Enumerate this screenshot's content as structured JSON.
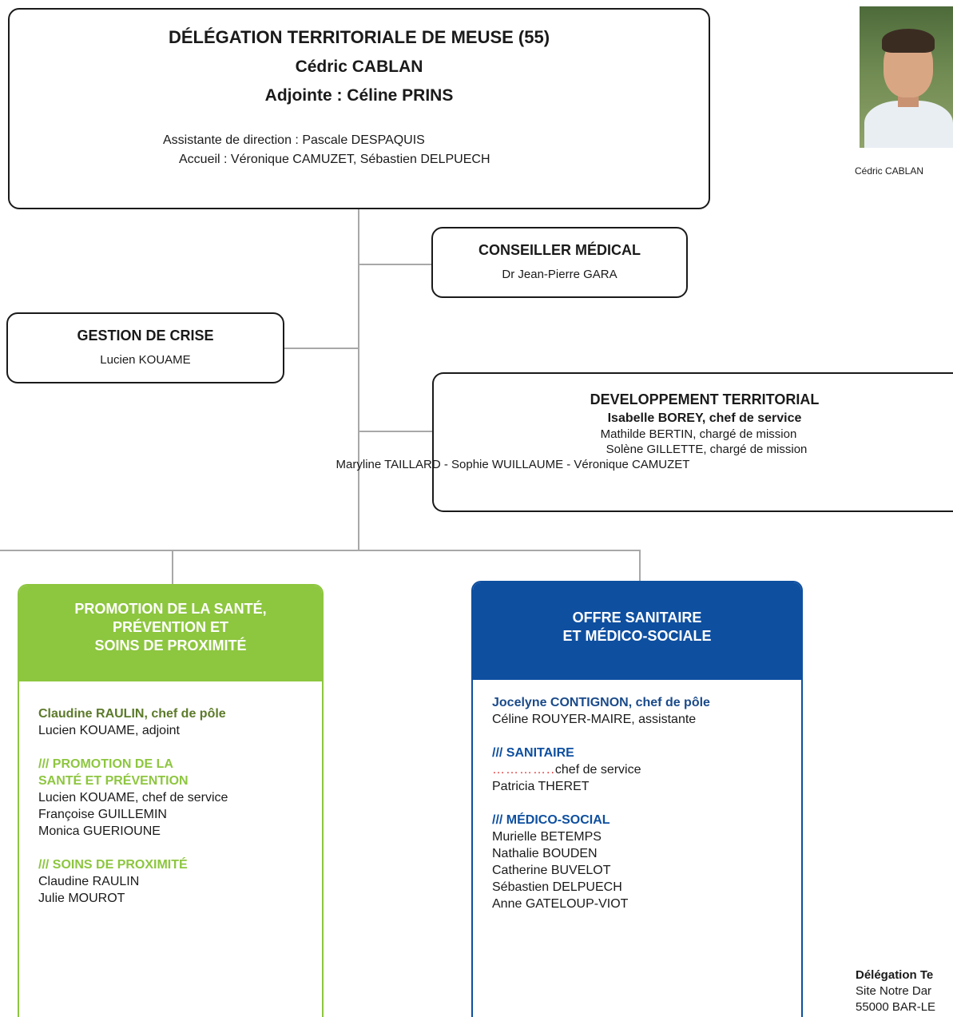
{
  "direction": {
    "title": "DÉLÉGATION TERRITORIALE DE MEUSE (55)",
    "director": "Cédric CABLAN",
    "deputy": "Adjointe : Céline PRINS",
    "assistant": "Assistante de direction : Pascale DESPAQUIS",
    "reception": "Accueil : Véronique CAMUZET, Sébastien DELPUECH"
  },
  "conseiller": {
    "title": "CONSEILLER MÉDICAL",
    "name": "Dr Jean-Pierre GARA"
  },
  "crise": {
    "title": "GESTION DE CRISE",
    "name": "Lucien KOUAME"
  },
  "developpement": {
    "title": "DEVELOPPEMENT TERRITORIAL",
    "chief": "Isabelle BOREY, chef de service",
    "members": [
      "Mathilde BERTIN, chargé de mission",
      "Solène GILLETTE, chargé de mission",
      "Maryline TAILLARD - Sophie WUILLAUME - Véronique CAMUZET"
    ]
  },
  "promotion": {
    "title_lines": [
      "PROMOTION DE LA SANTÉ,",
      "PRÉVENTION ET",
      "SOINS DE PROXIMITÉ"
    ],
    "chief": "Claudine RAULIN, chef de pôle",
    "deputy": "Lucien KOUAME, adjoint",
    "section1_lines": [
      "/// PROMOTION DE LA",
      "SANTÉ ET PRÉVENTION"
    ],
    "section1_members": [
      "Lucien KOUAME, chef de service",
      "Françoise GUILLEMIN",
      "Monica GUERIOUNE"
    ],
    "section2": "/// SOINS DE PROXIMITÉ",
    "section2_members": [
      "Claudine RAULIN",
      "Julie MOUROT"
    ],
    "color": "#8dc63f"
  },
  "offre": {
    "title_lines": [
      "OFFRE SANITAIRE",
      "ET MÉDICO-SOCIALE"
    ],
    "chief": "Jocelyne CONTIGNON, chef de pôle",
    "assistant": "Céline ROUYER-MAIRE, assistante",
    "section1": "/// SANITAIRE",
    "section1_dots": "…………..",
    "section1_role": "chef de service",
    "section1_members": [
      "Patricia THERET"
    ],
    "section2": "/// MÉDICO-SOCIAL",
    "section2_members": [
      "Murielle BETEMPS",
      "Nathalie BOUDEN",
      "Catherine BUVELOT",
      "Sébastien DELPUECH",
      "Anne GATELOUP-VIOT"
    ],
    "color": "#0e4fa0"
  },
  "photo": {
    "caption": "Cédric CABLAN"
  },
  "address": {
    "title": "Délégation Te",
    "line1": "Site Notre Dar",
    "line2": "55000 BAR-LE"
  }
}
